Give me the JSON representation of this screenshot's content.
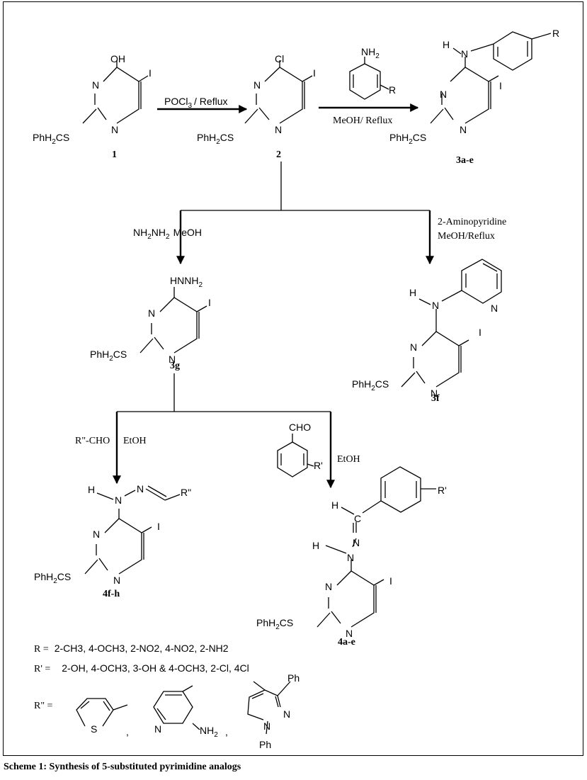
{
  "caption": "Scheme 1: Synthesis of 5-substituted pyrimidine analogs",
  "labels": {
    "ring_N": "N",
    "oh": "OH",
    "cl": "Cl",
    "iodo": "I",
    "nh2": "NH2",
    "h": "H",
    "r": "R",
    "rp": "R'",
    "rpp": "R\"",
    "c": "C",
    "s": "S",
    "cho": "CHO",
    "sub_2": "2",
    "sub_3": "3",
    "phh": "PhH",
    "cs": "CS",
    "hnnh": "HNNH",
    "nh2nh": "NH",
    "ph": "Ph"
  },
  "compounds": {
    "c1": "1",
    "c2": "2",
    "c3ae": "3a-e",
    "c3f": "3f",
    "c3g": "3g",
    "c4fh": "4f-h",
    "c4ae": "4a-e"
  },
  "reagents": {
    "pocl_a": "POCl",
    "pocl_b": "/ Reflux",
    "meoh_reflux": "MeOH/ Reflux",
    "hydrazine_tail": "MeOH",
    "aminopyridine": "2-Aminopyridine",
    "aminopyridine_cond": "MeOH/Reflux",
    "aldehyde": "R\"-CHO",
    "etoh": "EtOH",
    "etoh2": "EtOH"
  },
  "substituents": {
    "r_label": "R  =",
    "r_values": "2-CH3, 4-OCH3, 2-NO2, 4-NO2, 2-NH2",
    "rp_label": "R' =",
    "rp_values": "2-OH, 4-OCH3, 3-OH & 4-OCH3,  2-Cl,  4Cl",
    "rpp_label": "R\" =",
    "comma": ","
  }
}
